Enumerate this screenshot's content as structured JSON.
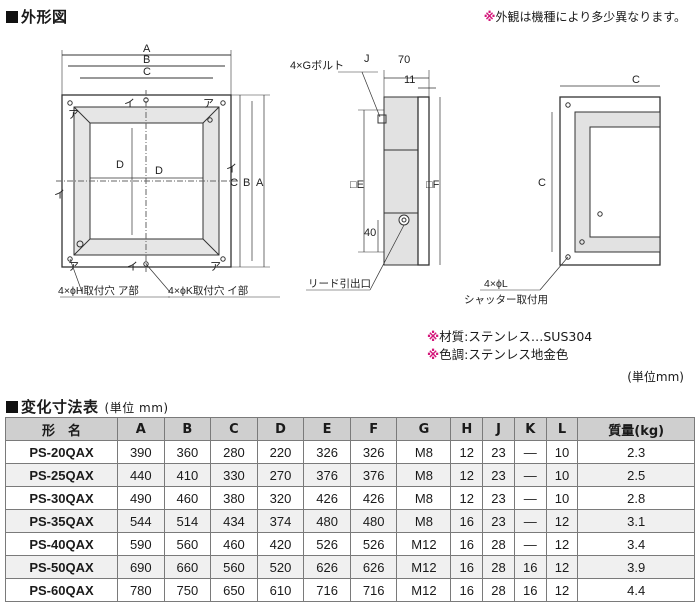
{
  "outline_section": {
    "title": "外形図",
    "appearance_note_mark": "※",
    "appearance_note": "外観は機種により多少異なります。"
  },
  "drawing": {
    "front_view": {
      "label_a": "A",
      "label_b": "B",
      "label_c": "C",
      "label_d": "D",
      "label_a_vertical": "A",
      "label_b_vertical": "B",
      "label_c_vertical": "C",
      "label_d_vertical": "D",
      "mark_a": "ア",
      "mark_i": "イ",
      "callout_h": "4×ϕH取付穴 ア部",
      "callout_k": "4×ϕK取付穴 イ部"
    },
    "side_view": {
      "label_bolt": "4×Gボルト",
      "label_j": "J",
      "label_70": "70",
      "label_11": "11",
      "label_e": "□E",
      "label_f": "□F",
      "label_40": "40",
      "label_lead": "リード引出口"
    },
    "back_view": {
      "label_c_top": "C",
      "label_c_side": "C",
      "label_hole": "4×ϕL",
      "label_shutter": "シャッター取付用"
    }
  },
  "material_notes": [
    {
      "mark": "※",
      "text": "材質:ステンレス…SUS304"
    },
    {
      "mark": "※",
      "text": "色調:ステンレス地金色"
    }
  ],
  "unit_note": "(単位mm)",
  "dims_section": {
    "title": "変化寸法表",
    "unit": "(単位 mm)"
  },
  "table": {
    "headers": [
      "形　名",
      "A",
      "B",
      "C",
      "D",
      "E",
      "F",
      "G",
      "H",
      "J",
      "K",
      "L",
      "質量(kg)"
    ],
    "rows": [
      [
        "PS-20QAX",
        "390",
        "360",
        "280",
        "220",
        "326",
        "326",
        "M8",
        "12",
        "23",
        "—",
        "10",
        "2.3"
      ],
      [
        "PS-25QAX",
        "440",
        "410",
        "330",
        "270",
        "376",
        "376",
        "M8",
        "12",
        "23",
        "—",
        "10",
        "2.5"
      ],
      [
        "PS-30QAX",
        "490",
        "460",
        "380",
        "320",
        "426",
        "426",
        "M8",
        "12",
        "23",
        "—",
        "10",
        "2.8"
      ],
      [
        "PS-35QAX",
        "544",
        "514",
        "434",
        "374",
        "480",
        "480",
        "M8",
        "16",
        "23",
        "—",
        "12",
        "3.1"
      ],
      [
        "PS-40QAX",
        "590",
        "560",
        "460",
        "420",
        "526",
        "526",
        "M12",
        "16",
        "28",
        "—",
        "12",
        "3.4"
      ],
      [
        "PS-50QAX",
        "690",
        "660",
        "560",
        "520",
        "626",
        "626",
        "M12",
        "16",
        "28",
        "16",
        "12",
        "3.9"
      ],
      [
        "PS-60QAX",
        "780",
        "750",
        "650",
        "610",
        "716",
        "716",
        "M12",
        "16",
        "28",
        "16",
        "12",
        "4.4"
      ]
    ]
  }
}
